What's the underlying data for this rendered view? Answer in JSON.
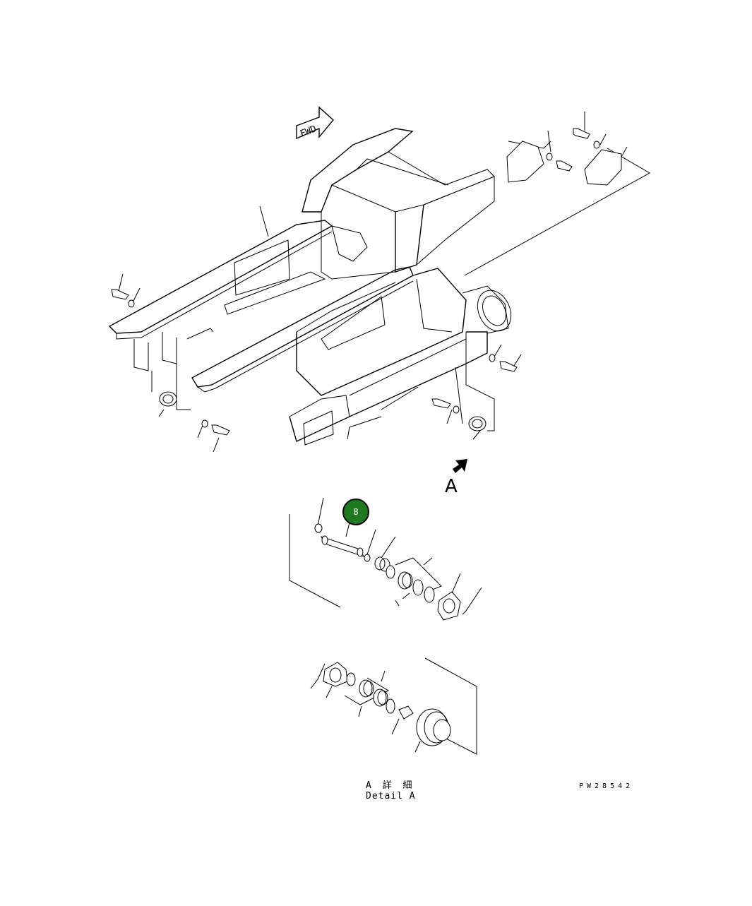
{
  "diagram": {
    "fwd_label": "FWD",
    "view_label": "A",
    "detail_title_jp": "A 詳 細",
    "detail_title_en": "Detail A",
    "drawing_number": "PW28542",
    "callout": {
      "number": "8",
      "color": "#1f7a1f"
    }
  }
}
